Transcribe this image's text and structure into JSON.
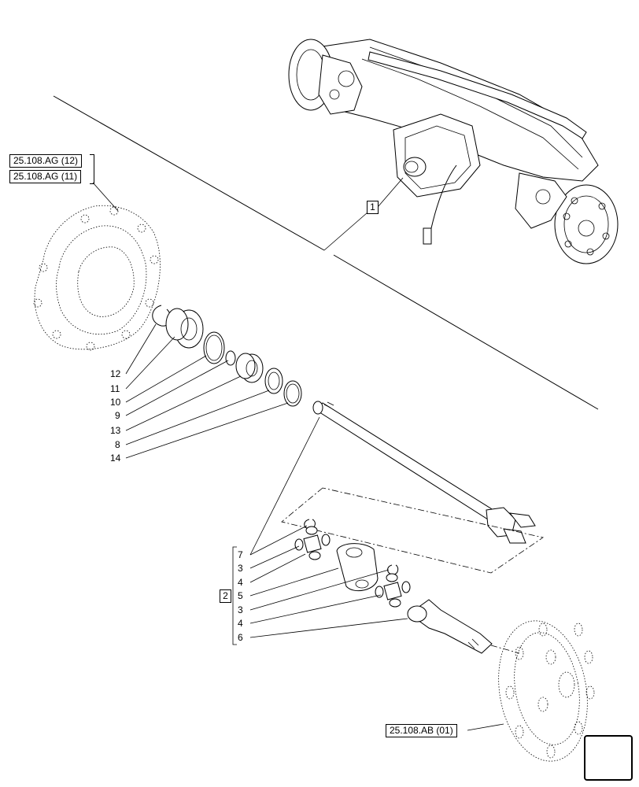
{
  "references": {
    "ag12": "25.108.AG (12)",
    "ag11": "25.108.AG (11)",
    "ab01": "25.108.AB (01)"
  },
  "assembly_labels": {
    "axle": "1",
    "joint": "2"
  },
  "callouts_left": [
    "12",
    "11",
    "10",
    "9",
    "13",
    "8",
    "14"
  ],
  "callouts_joint": [
    "7",
    "3",
    "4",
    "5",
    "3",
    "4",
    "6"
  ],
  "icons": {
    "nav": "next-page-arrow-icon"
  }
}
